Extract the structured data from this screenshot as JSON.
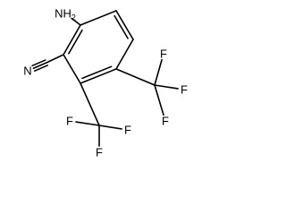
{
  "diagram": {
    "atoms": [
      {
        "id": "c1",
        "label": ""
      },
      {
        "id": "c2",
        "label": ""
      },
      {
        "id": "c3",
        "label": ""
      },
      {
        "id": "c4",
        "label": ""
      },
      {
        "id": "c5",
        "label": ""
      },
      {
        "id": "c6",
        "label": ""
      },
      {
        "id": "n_amine",
        "label": "NH2"
      },
      {
        "id": "c_nitrile",
        "label": ""
      },
      {
        "id": "n_nitrile",
        "label": "N"
      },
      {
        "id": "c_cf3_a",
        "label": ""
      },
      {
        "id": "f_a1",
        "label": "F"
      },
      {
        "id": "f_a2",
        "label": "F"
      },
      {
        "id": "f_a3",
        "label": "F"
      },
      {
        "id": "c_cf3_b",
        "label": ""
      },
      {
        "id": "f_b1",
        "label": "F"
      },
      {
        "id": "f_b2",
        "label": "F"
      },
      {
        "id": "f_b3",
        "label": "F"
      }
    ],
    "bonds": [
      {
        "from": "c1",
        "to": "c2",
        "order": 1
      },
      {
        "from": "c2",
        "to": "c3",
        "order": 2
      },
      {
        "from": "c3",
        "to": "c4",
        "order": 1
      },
      {
        "from": "c4",
        "to": "c5",
        "order": 2
      },
      {
        "from": "c5",
        "to": "c6",
        "order": 1
      },
      {
        "from": "c6",
        "to": "c1",
        "order": 2
      },
      {
        "from": "c1",
        "to": "n_amine",
        "order": 1
      },
      {
        "from": "c6",
        "to": "c_nitrile",
        "order": 1
      },
      {
        "from": "c_nitrile",
        "to": "n_nitrile",
        "order": 3
      },
      {
        "from": "c4",
        "to": "c_cf3_a",
        "order": 1
      },
      {
        "from": "c_cf3_a",
        "to": "f_a1",
        "order": 1
      },
      {
        "from": "c_cf3_a",
        "to": "f_a2",
        "order": 1
      },
      {
        "from": "c_cf3_a",
        "to": "f_a3",
        "order": 1
      },
      {
        "from": "c5",
        "to": "c_cf3_b",
        "order": 1
      },
      {
        "from": "c_cf3_b",
        "to": "f_b1",
        "order": 1
      },
      {
        "from": "c_cf3_b",
        "to": "f_b2",
        "order": 1
      },
      {
        "from": "c_cf3_b",
        "to": "f_b3",
        "order": 1
      }
    ]
  }
}
